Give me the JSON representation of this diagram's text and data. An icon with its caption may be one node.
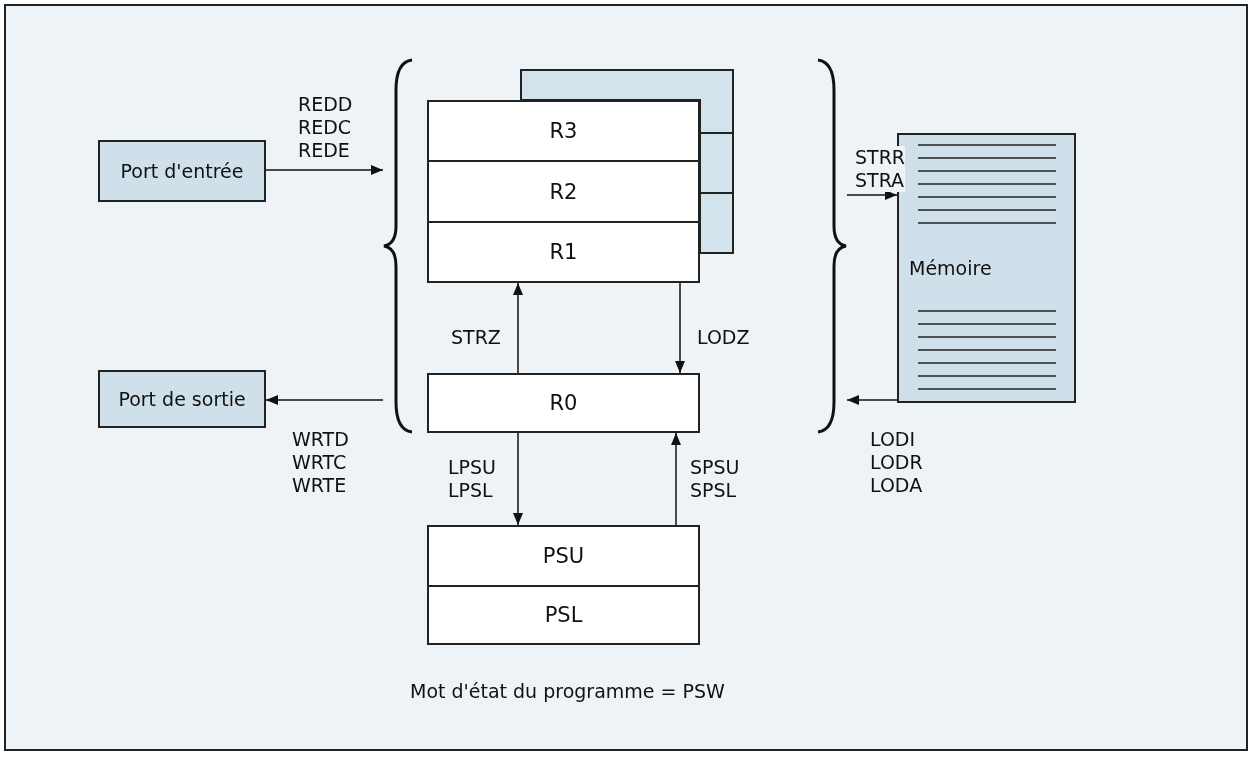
{
  "diagram": {
    "caption": "Mot d'état du programme = PSW",
    "nodes": [
      {
        "text": [
          "Port d'entrée"
        ]
      },
      {
        "text": [
          "Port de sortie"
        ]
      },
      {
        "text": [
          "R3"
        ]
      },
      {
        "text": [
          "R2"
        ]
      },
      {
        "text": [
          "R1"
        ]
      },
      {
        "text": [
          "R0"
        ]
      },
      {
        "text": [
          "Mémoire"
        ]
      },
      {
        "text": [
          "PSU"
        ]
      },
      {
        "text": [
          "PSL"
        ]
      },
      {
        "text": [],
        "shape": "brace"
      },
      {
        "text": [],
        "shape": "brace"
      }
    ],
    "edges": [
      {
        "from": 0,
        "to": 9,
        "arrow": "to",
        "label": "REDD REDC REDE"
      },
      {
        "from": 9,
        "to": 1,
        "arrow": "to",
        "label": "WRTD WRTC WRTE"
      },
      {
        "from": 10,
        "to": 6,
        "arrow": "to",
        "label": "STRR STRA"
      },
      {
        "from": 6,
        "to": 10,
        "arrow": "to",
        "label": "LODI LODR LODA"
      },
      {
        "from": 5,
        "to": 4,
        "arrow": "to",
        "label": "STRZ"
      },
      {
        "from": 4,
        "to": 5,
        "arrow": "to",
        "label": "LODZ"
      },
      {
        "from": 5,
        "to": 7,
        "arrow": "to",
        "label": "LPSU LPSL"
      },
      {
        "from": 7,
        "to": 5,
        "arrow": "to",
        "label": "SPSU SPSL"
      }
    ]
  }
}
